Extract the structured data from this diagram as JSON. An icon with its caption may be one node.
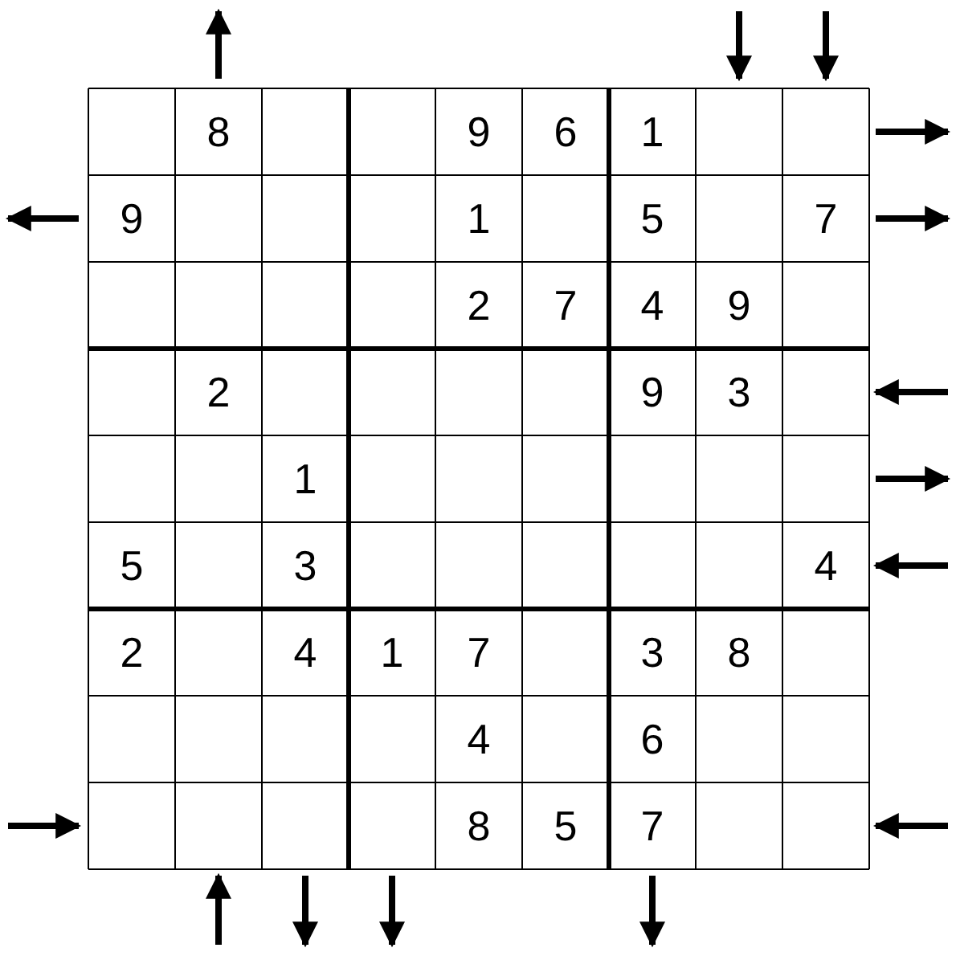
{
  "diagram": {
    "labels": [
      "8",
      "9",
      "6",
      "1",
      "9",
      "1",
      "5",
      "7",
      "2",
      "7",
      "4",
      "9",
      "2",
      "9",
      "3",
      "1",
      "5",
      "3",
      "4",
      "2",
      "4",
      "1",
      "7",
      "3",
      "8",
      "4",
      "6",
      "8",
      "5",
      "7"
    ]
  }
}
